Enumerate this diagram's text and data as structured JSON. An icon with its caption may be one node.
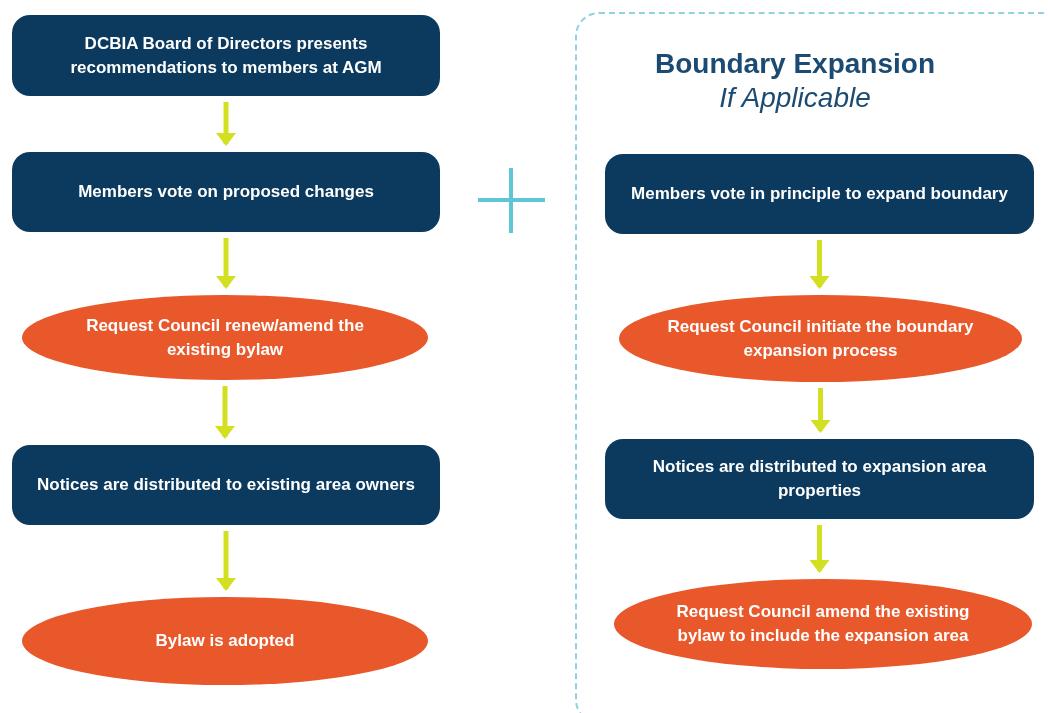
{
  "diagram": {
    "nodes": [
      {
        "text": [
          "DCBIA Board of Directors presents recommendations to members at AGM"
        ]
      },
      {
        "text": [
          "Members vote on proposed changes"
        ]
      },
      {
        "text": [
          "Request Council renew/amend the existing bylaw"
        ]
      },
      {
        "text": [
          "Notices are distributed to existing area owners"
        ]
      },
      {
        "text": [
          "Bylaw is adopted"
        ]
      },
      {
        "text": [
          "Boundary Expansion",
          "If Applicable"
        ]
      },
      {
        "text": [
          "Members vote in principle to expand boundary"
        ],
        "in": 5
      },
      {
        "text": [
          "Request Council initiate the boundary expansion process"
        ],
        "in": 5
      },
      {
        "text": [
          "Notices are distributed to expansion area properties"
        ],
        "in": 5
      },
      {
        "text": [
          "Request Council amend the existing bylaw to include the expansion area"
        ],
        "in": 5
      }
    ],
    "edges": [
      {
        "from": 0,
        "to": 1,
        "arrow": "to"
      },
      {
        "from": 1,
        "to": 2,
        "arrow": "to"
      },
      {
        "from": 2,
        "to": 3,
        "arrow": "to"
      },
      {
        "from": 3,
        "to": 4,
        "arrow": "to"
      },
      {
        "from": 6,
        "to": 7,
        "arrow": "to"
      },
      {
        "from": 7,
        "to": 8,
        "arrow": "to"
      },
      {
        "from": 8,
        "to": 9,
        "arrow": "to"
      }
    ]
  }
}
